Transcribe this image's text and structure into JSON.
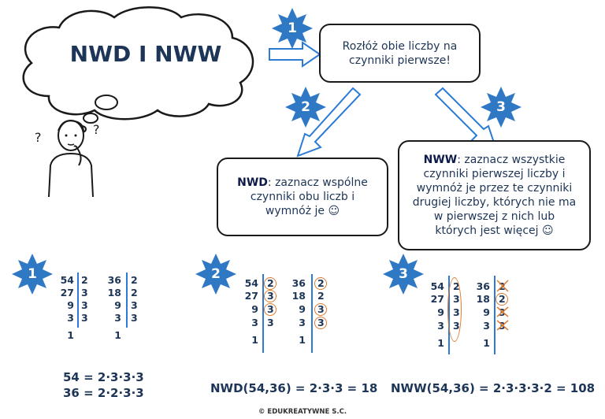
{
  "title": "NWD I NWW",
  "badges": [
    "1",
    "2",
    "3",
    "1",
    "2",
    "3"
  ],
  "step1": "Rozłóż obie liczby na czynniki pierwsze!",
  "nwd_box": {
    "bold": "NWD",
    "rest": ": zaznacz wspólne czynniki obu liczb i wymnóż je ☺"
  },
  "nww_box": {
    "bold": "NWW",
    "rest": ": zaznacz wszystkie czynniki pierwszej liczby i wymnóż je przez te czynniki drugiej liczby, których nie ma w pierwszej z nich lub których jest więcej ☺"
  },
  "decomp54": {
    "numbers": [
      "54",
      "27",
      "9",
      "3",
      "1"
    ],
    "factors": [
      "2",
      "3",
      "3",
      "3"
    ]
  },
  "decomp36": {
    "numbers": [
      "36",
      "18",
      "9",
      "3",
      "1"
    ],
    "factors": [
      "2",
      "2",
      "3",
      "3"
    ]
  },
  "eq1a": "54 = 2·3·3·3",
  "eq1b": "36 = 2·2·3·3",
  "eq2": "NWD(54,36) = 2·3·3 = 18",
  "eq3": "NWW(54,36) = 2·3·3·3·2 = 108",
  "footer": "© EDUKREATYWNE S.C.",
  "colors": {
    "badge": "#2f78c4",
    "accent_line": "#2b7bd6",
    "mark": "#e07a2c",
    "text": "#1d3557"
  }
}
